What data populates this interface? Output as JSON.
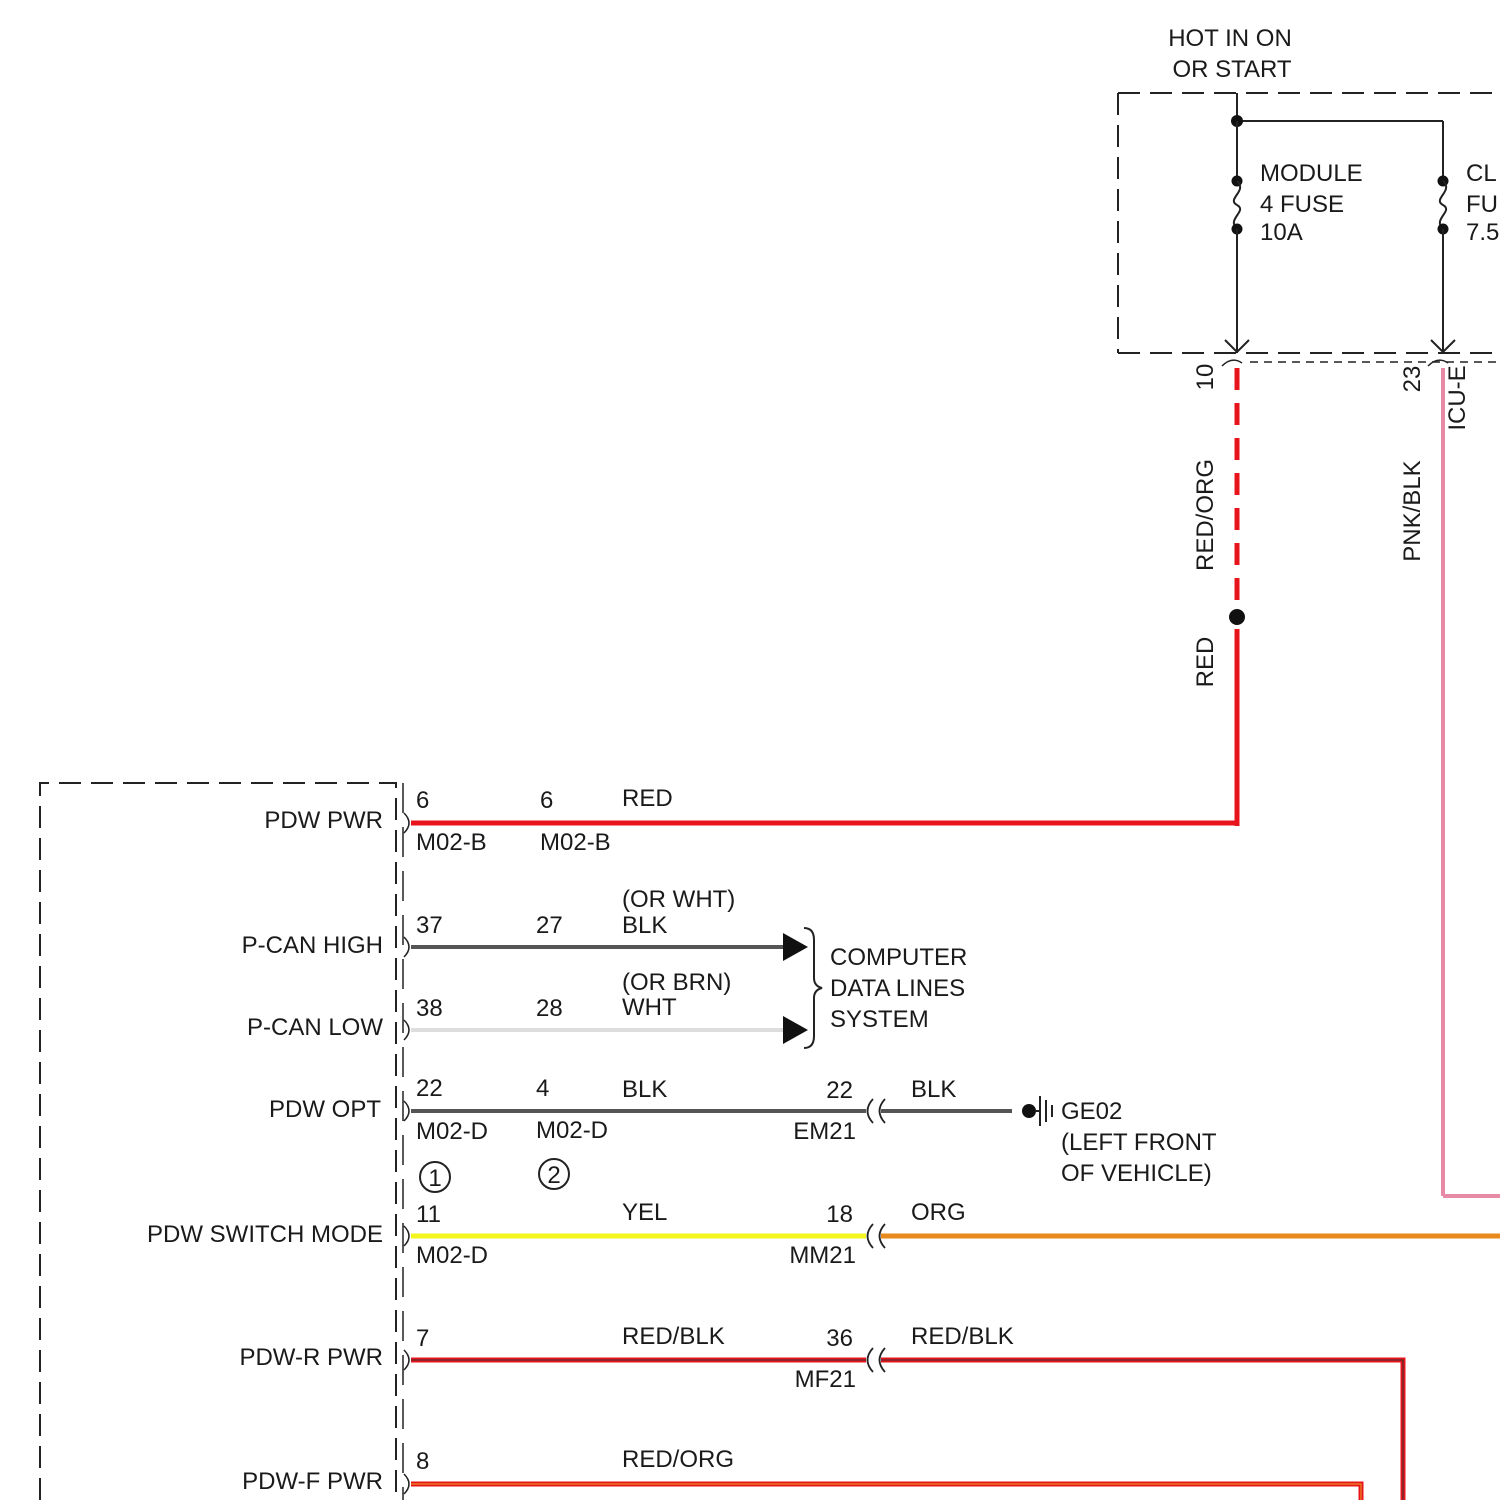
{
  "power_source": {
    "title_line1": "HOT IN ON",
    "title_line2": "OR START",
    "fuse1": {
      "line1": "MODULE",
      "line2": "4 FUSE",
      "line3": "10A"
    },
    "fuse2": {
      "line1": "CL",
      "line2": "FU",
      "line3": "7.5"
    },
    "pin1": "10",
    "pin2": "23",
    "connector": "ICU-E"
  },
  "wires_vertical": {
    "red_org": "RED/ORG",
    "red": "RED",
    "pnk_blk": "PNK/BLK"
  },
  "module_pins": {
    "pdw_pwr": "PDW PWR",
    "p_can_high": "P-CAN HIGH",
    "p_can_low": "P-CAN LOW",
    "pdw_opt": "PDW OPT",
    "pdw_switch_mode": "PDW SWITCH MODE",
    "pdw_r_pwr": "PDW-R PWR",
    "pdw_f_pwr": "PDW-F PWR"
  },
  "rows": {
    "pdw_pwr": {
      "pin_a": "6",
      "conn_a": "M02-B",
      "pin_b": "6",
      "conn_b": "M02-B",
      "color": "RED"
    },
    "p_can_high": {
      "pin_a": "37",
      "pin_b": "27",
      "alt": "(OR WHT)",
      "color": "BLK"
    },
    "p_can_low": {
      "pin_a": "38",
      "pin_b": "28",
      "alt": "(OR BRN)",
      "color": "WHT"
    },
    "pdw_opt": {
      "pin_a": "22",
      "conn_a": "M02-D",
      "pin_b": "4",
      "conn_b": "M02-D",
      "color": "BLK",
      "pin_c": "22",
      "conn_c": "EM21",
      "color_c": "BLK"
    },
    "pdw_switch_mode": {
      "pin_a": "11",
      "conn_a": "M02-D",
      "color": "YEL",
      "pin_c": "18",
      "conn_c": "MM21",
      "color_c": "ORG"
    },
    "pdw_r_pwr": {
      "pin_a": "7",
      "color": "RED/BLK",
      "pin_c": "36",
      "conn_c": "MF21",
      "color_c": "RED/BLK"
    },
    "pdw_f_pwr": {
      "pin_a": "8",
      "color": "RED/ORG"
    }
  },
  "data_lines": {
    "line1": "COMPUTER",
    "line2": "DATA LINES",
    "line3": "SYSTEM"
  },
  "ground": {
    "id": "GE02",
    "line2": "(LEFT FRONT",
    "line3": "OF VEHICLE)"
  },
  "options": {
    "opt1": "1",
    "opt2": "2"
  },
  "colors": {
    "red": "#e8141c",
    "black": "#555555",
    "white": "#dddddd",
    "yellow": "#f5f51e",
    "orange": "#e88a1e",
    "pink": "#e78aa5",
    "stroke": "#222222"
  }
}
